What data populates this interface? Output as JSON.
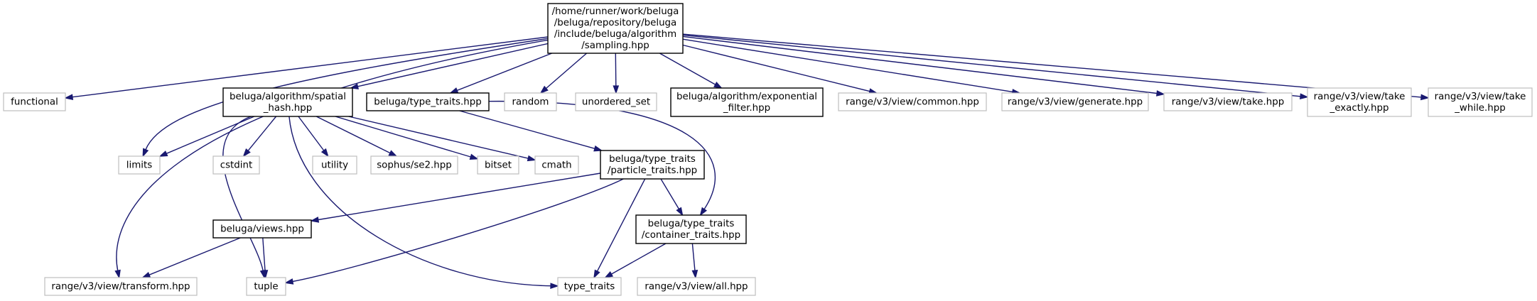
{
  "colors": {
    "edge": "#191970",
    "root_fill": "#bfbfbf",
    "node_border_internal": "#000000",
    "node_border_external": "#bfbfbf",
    "node_fill": "#ffffff",
    "text": "#000000"
  },
  "nodes": [
    {
      "id": "root",
      "kind": "root",
      "lines": [
        "/home/runner/work/beluga",
        "/beluga/repository/beluga",
        "/include/beluga/algorithm",
        "/sampling.hpp"
      ]
    },
    {
      "id": "functional",
      "kind": "external",
      "lines": [
        "functional"
      ]
    },
    {
      "id": "limits",
      "kind": "external",
      "lines": [
        "limits"
      ]
    },
    {
      "id": "spatial_hash",
      "kind": "internal",
      "lines": [
        "beluga/algorithm/spatial",
        "_hash.hpp"
      ]
    },
    {
      "id": "type_traits_hpp",
      "kind": "internal",
      "lines": [
        "beluga/type_traits.hpp"
      ]
    },
    {
      "id": "random",
      "kind": "external",
      "lines": [
        "random"
      ]
    },
    {
      "id": "unordered_set",
      "kind": "external",
      "lines": [
        "unordered_set"
      ]
    },
    {
      "id": "exponential_filter",
      "kind": "internal",
      "lines": [
        "beluga/algorithm/exponential",
        "_filter.hpp"
      ]
    },
    {
      "id": "view_common",
      "kind": "external",
      "lines": [
        "range/v3/view/common.hpp"
      ]
    },
    {
      "id": "view_generate",
      "kind": "external",
      "lines": [
        "range/v3/view/generate.hpp"
      ]
    },
    {
      "id": "view_take",
      "kind": "external",
      "lines": [
        "range/v3/view/take.hpp"
      ]
    },
    {
      "id": "view_take_exactly",
      "kind": "external",
      "lines": [
        "range/v3/view/take",
        "_exactly.hpp"
      ]
    },
    {
      "id": "view_take_while",
      "kind": "external",
      "lines": [
        "range/v3/view/take",
        "_while.hpp"
      ]
    },
    {
      "id": "cstdint",
      "kind": "external",
      "lines": [
        "cstdint"
      ]
    },
    {
      "id": "utility",
      "kind": "external",
      "lines": [
        "utility"
      ]
    },
    {
      "id": "sophus_se2",
      "kind": "external",
      "lines": [
        "sophus/se2.hpp"
      ]
    },
    {
      "id": "bitset",
      "kind": "external",
      "lines": [
        "bitset"
      ]
    },
    {
      "id": "cmath",
      "kind": "external",
      "lines": [
        "cmath"
      ]
    },
    {
      "id": "particle_traits",
      "kind": "internal",
      "lines": [
        "beluga/type_traits",
        "/particle_traits.hpp"
      ]
    },
    {
      "id": "views_hpp",
      "kind": "internal",
      "lines": [
        "beluga/views.hpp"
      ]
    },
    {
      "id": "container_traits",
      "kind": "internal",
      "lines": [
        "beluga/type_traits",
        "/container_traits.hpp"
      ]
    },
    {
      "id": "view_transform",
      "kind": "external",
      "lines": [
        "range/v3/view/transform.hpp"
      ]
    },
    {
      "id": "tuple",
      "kind": "external",
      "lines": [
        "tuple"
      ]
    },
    {
      "id": "std_type_traits",
      "kind": "external",
      "lines": [
        "type_traits"
      ]
    },
    {
      "id": "view_all",
      "kind": "external",
      "lines": [
        "range/v3/view/all.hpp"
      ]
    }
  ],
  "edges": [
    [
      "root",
      "functional"
    ],
    [
      "root",
      "limits"
    ],
    [
      "root",
      "spatial_hash"
    ],
    [
      "root",
      "type_traits_hpp"
    ],
    [
      "root",
      "random"
    ],
    [
      "root",
      "unordered_set"
    ],
    [
      "root",
      "exponential_filter"
    ],
    [
      "root",
      "view_common"
    ],
    [
      "root",
      "view_generate"
    ],
    [
      "root",
      "view_take"
    ],
    [
      "root",
      "view_take_exactly"
    ],
    [
      "root",
      "view_take_while"
    ],
    [
      "root",
      "view_transform"
    ],
    [
      "spatial_hash",
      "limits"
    ],
    [
      "spatial_hash",
      "cstdint"
    ],
    [
      "spatial_hash",
      "utility"
    ],
    [
      "spatial_hash",
      "sophus_se2"
    ],
    [
      "spatial_hash",
      "bitset"
    ],
    [
      "spatial_hash",
      "cmath"
    ],
    [
      "spatial_hash",
      "tuple"
    ],
    [
      "spatial_hash",
      "std_type_traits"
    ],
    [
      "type_traits_hpp",
      "particle_traits"
    ],
    [
      "type_traits_hpp",
      "container_traits"
    ],
    [
      "particle_traits",
      "views_hpp"
    ],
    [
      "particle_traits",
      "container_traits"
    ],
    [
      "particle_traits",
      "tuple"
    ],
    [
      "particle_traits",
      "std_type_traits"
    ],
    [
      "views_hpp",
      "view_transform"
    ],
    [
      "views_hpp",
      "tuple"
    ],
    [
      "container_traits",
      "std_type_traits"
    ],
    [
      "container_traits",
      "view_all"
    ]
  ]
}
